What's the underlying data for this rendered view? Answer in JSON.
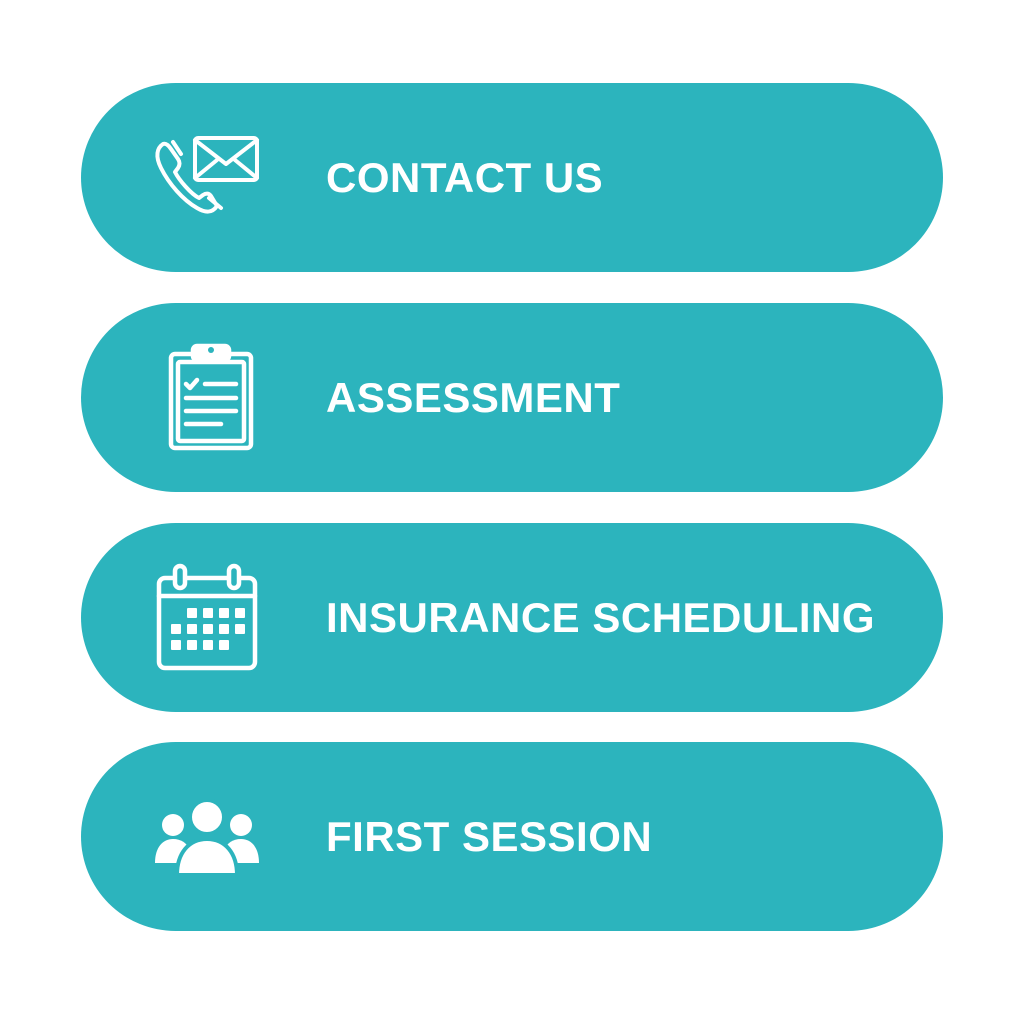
{
  "accent_color": "#2cb4bd",
  "steps": [
    {
      "label": "CONTACT US",
      "icon": "phone-mail-icon"
    },
    {
      "label": "ASSESSMENT",
      "icon": "clipboard-icon"
    },
    {
      "label": "INSURANCE SCHEDULING",
      "icon": "calendar-icon"
    },
    {
      "label": "FIRST SESSION",
      "icon": "people-group-icon"
    }
  ]
}
